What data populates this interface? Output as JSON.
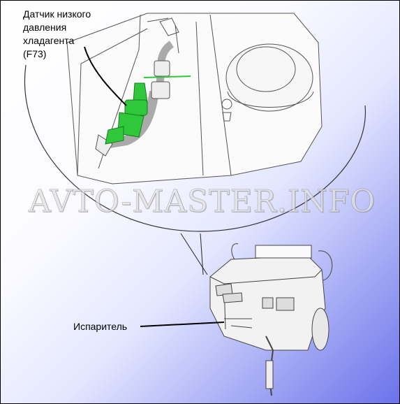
{
  "labels": {
    "sensor": "Датчик низкого\nдавления\nхладагента\n(F73)",
    "evaporator": "Испаритель"
  },
  "watermark": "AVTO-MASTER.INFO",
  "colors": {
    "sensor_green": "#2fc83a",
    "line": "#333333"
  }
}
